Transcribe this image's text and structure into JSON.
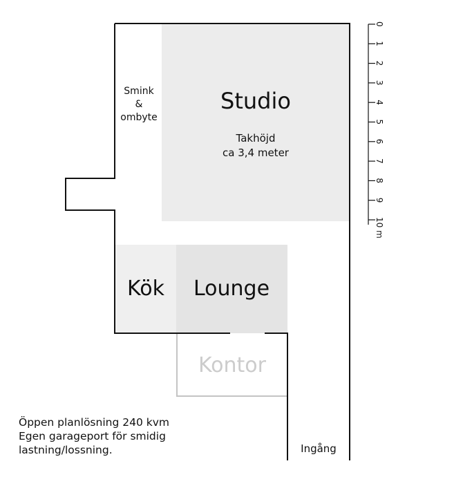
{
  "rooms": {
    "studio": {
      "name": "Studio",
      "ceiling_line1": "Takhöjd",
      "ceiling_line2": "ca 3,4 meter"
    },
    "makeup": {
      "line1": "Smink",
      "line2": "&",
      "line3": "ombyte"
    },
    "kitchen": {
      "name": "Kök"
    },
    "lounge": {
      "name": "Lounge"
    },
    "office": {
      "name": "Kontor"
    },
    "entrance": {
      "name": "Ingång"
    }
  },
  "scale": {
    "ticks": [
      "0",
      "1",
      "2",
      "3",
      "4",
      "5",
      "6",
      "7",
      "8",
      "9",
      "10 m"
    ]
  },
  "notes": [
    "Öppen planlösning 240 kvm",
    "Egen garageport för smidig",
    "lastning/lossning."
  ],
  "colors": {
    "walls": "#111111",
    "studio_fill": "#ececec",
    "kitchen_fill": "#efefef",
    "lounge_fill": "#e4e4e4",
    "office_stroke": "#c4c4c4",
    "office_text": "#cccccc"
  }
}
